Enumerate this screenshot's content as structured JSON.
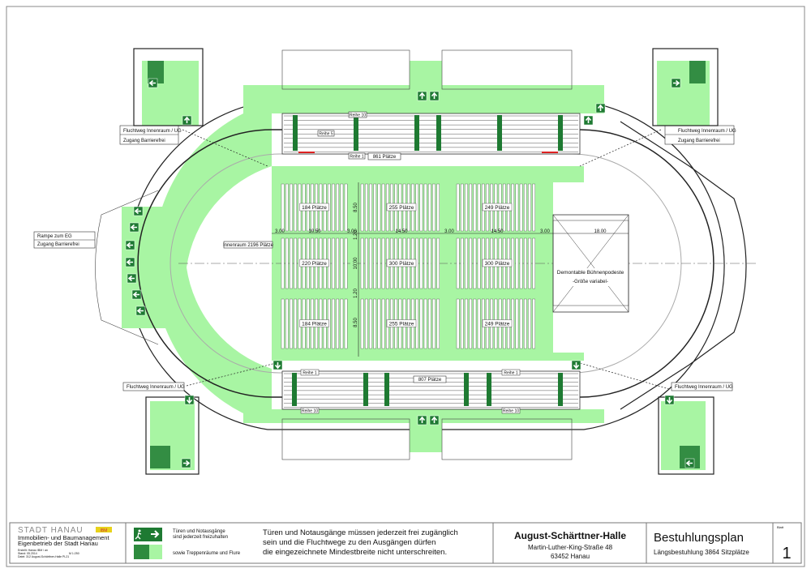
{
  "plan": {
    "top_stand_label": "861 Plätze",
    "bottom_stand_label": "807 Plätze",
    "innenraum_label": "Innenraum 2196 Plätze",
    "blocks": [
      [
        "184 Plätze",
        "255 Plätze",
        "249 Plätze"
      ],
      [
        "220 Plätze",
        "300 Plätze",
        "300 Plätze"
      ],
      [
        "184 Plätze",
        "255 Plätze",
        "249 Plätze"
      ]
    ],
    "dimensions": {
      "horizontal": [
        "3.00",
        "10.50",
        "3.00",
        "14.50",
        "3.00",
        "14.50",
        "3.00",
        "18.00"
      ],
      "vertical": [
        "8.50",
        "1.20",
        "10.00",
        "1.20",
        "8.50"
      ]
    },
    "stage_label": "Demontable Bühnenpodeste",
    "stage_sublabel": "-Größe variabel-",
    "callouts": {
      "top_left": [
        "Fluchtweg Innenraum / UG",
        "Zugang Barrierefrei"
      ],
      "top_right": [
        "Fluchtweg Innenraum / UG",
        "Zugang Barrierefrei"
      ],
      "left": [
        "Rampe zum EG",
        "Zugang Barrierefrei"
      ],
      "bottom_left": "Fluchtweg Innenraum / UG",
      "bottom_right": "Fluchtweg Innenraum / UG"
    },
    "row_labels": {
      "reihe_1": "Reihe 1",
      "reihe_10": "Reihe 10",
      "reihe_5": "Reihe 5"
    }
  },
  "title_block": {
    "org_name": "STADT HANAU",
    "org_badge": "IBM",
    "org_line1": "Immobilien- und Baumanagement",
    "org_line2": "Eigenbetrieb der Stadt Hanau",
    "meta": [
      "Erstellt: Hanau IBM / an",
      "Stand: 05.2014",
      "M 1:250",
      "Datei: 312 August-Schärttner-Halle PL21"
    ],
    "legend_exit_text1": "Türen und Notausgänge",
    "legend_exit_text2": "sind jederzeit freizuhalten",
    "legend_area_text": "sowie Treppenräume und Flure",
    "notice": [
      "Türen und Notausgänge müssen jederzeit frei zugänglich",
      "sein und die Fluchtwege zu den Ausgängen dürfen",
      "die eingezeichnete Mindestbreite nicht unterschreiten."
    ],
    "venue_name": "August-Schärttner-Halle",
    "venue_street": "Martin-Luther-King-Straße 48",
    "venue_city": "63452 Hanau",
    "plan_title": "Bestuhlungsplan",
    "plan_subtitle": "Längsbestuhlung  3864 Sitzplätze",
    "sheet_label": "Blatt",
    "sheet_number": "1"
  },
  "colors": {
    "escape_route": "#a8f5a3",
    "exit_sign": "#1e7a32",
    "badge": "#e8d21a"
  }
}
